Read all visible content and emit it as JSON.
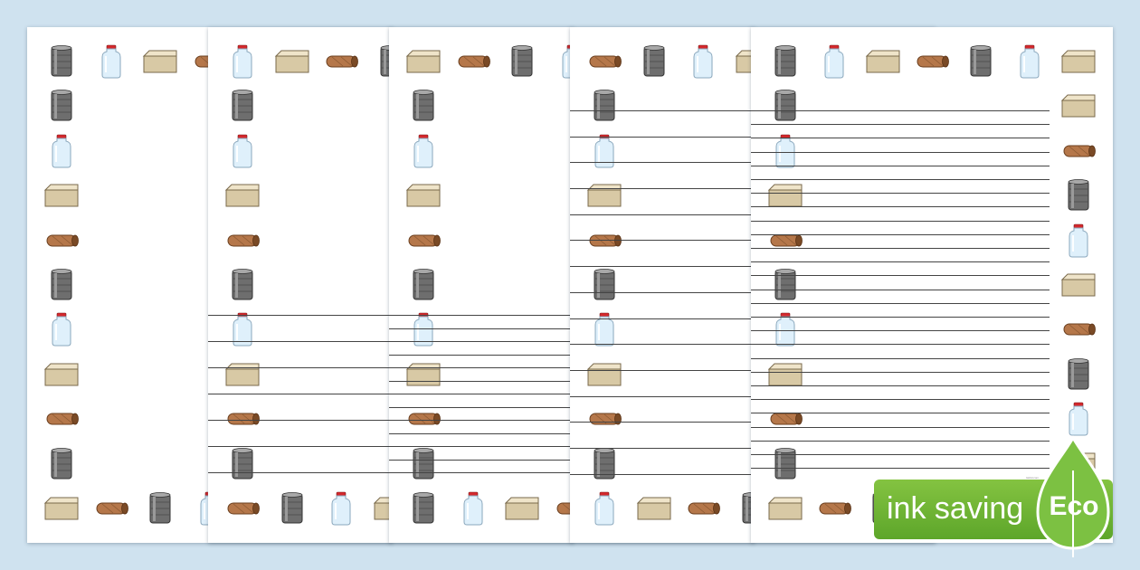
{
  "sheets": [
    {
      "id": "blank",
      "lines": "none"
    },
    {
      "id": "wide",
      "lines": "wide"
    },
    {
      "id": "narrow",
      "lines": "narrow"
    },
    {
      "id": "wide-full",
      "lines": "wide-full"
    },
    {
      "id": "narrow-full",
      "lines": "narrow-full"
    }
  ],
  "border_icons": [
    "tin-can-icon",
    "glass-jar-icon",
    "cardboard-box-icon",
    "cardboard-tube-icon"
  ],
  "footer_url": "twinkl.com",
  "badge": {
    "label": "ink saving",
    "eco": "Eco",
    "color": "#6db33f"
  },
  "colors": {
    "background": "#cfe2ef",
    "can": "#6e6e6e",
    "jar_lid": "#d4282c",
    "jar_glass": "#dff0fb",
    "box": "#d8c9a5",
    "tube": "#b5774a"
  }
}
